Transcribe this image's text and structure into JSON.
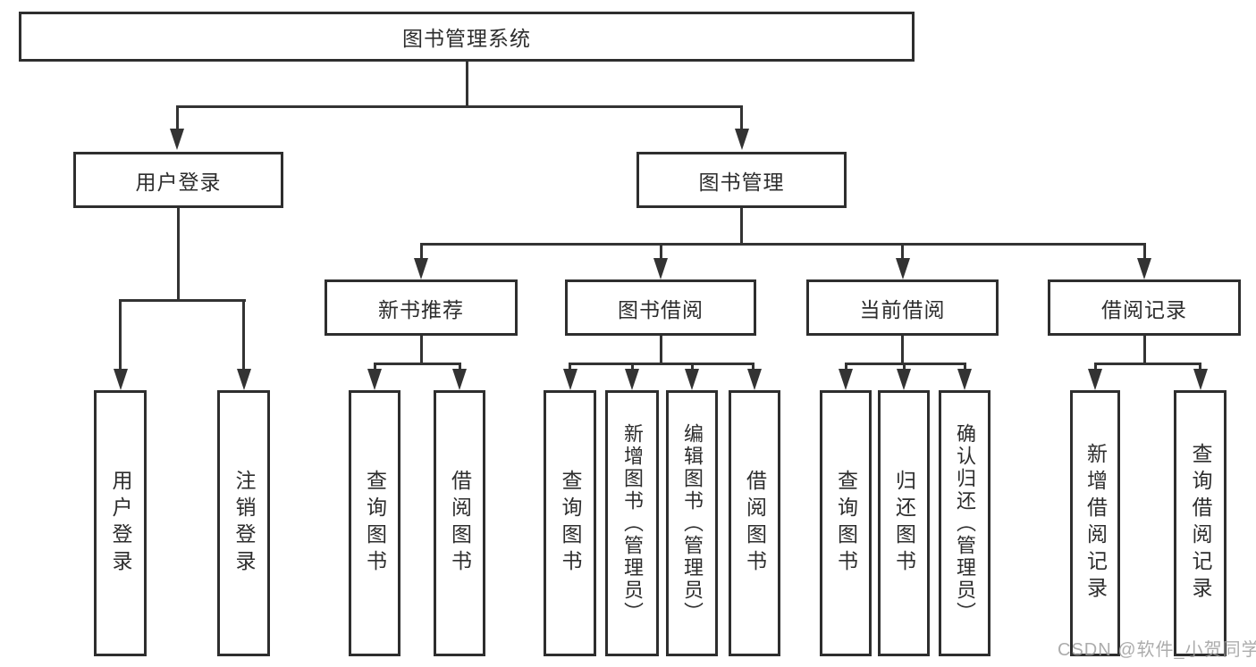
{
  "diagram": {
    "root": {
      "label": "图书管理系统"
    },
    "branches": [
      {
        "label": "用户登录",
        "children": [
          {
            "label": "用户登录"
          },
          {
            "label": "注销登录"
          }
        ]
      },
      {
        "label": "图书管理",
        "children": [
          {
            "label": "新书推荐",
            "children": [
              {
                "label": "查询图书"
              },
              {
                "label": "借阅图书"
              }
            ]
          },
          {
            "label": "图书借阅",
            "children": [
              {
                "label": "查询图书"
              },
              {
                "label": "新增图书（管理员）"
              },
              {
                "label": "编辑图书（管理员）"
              },
              {
                "label": "借阅图书"
              }
            ]
          },
          {
            "label": "当前借阅",
            "children": [
              {
                "label": "查询图书"
              },
              {
                "label": "归还图书"
              },
              {
                "label": "确认归还（管理员）"
              }
            ]
          },
          {
            "label": "借阅记录",
            "children": [
              {
                "label": "新增借阅记录"
              },
              {
                "label": "查询借阅记录"
              }
            ]
          }
        ]
      }
    ]
  },
  "watermark": "CSDN @软件_小贺同学",
  "colors": {
    "line": "#333333",
    "box_border": "#2e2e2e",
    "text": "#2d2d2d",
    "watermark": "#9e9e9e",
    "background": "#ffffff"
  }
}
